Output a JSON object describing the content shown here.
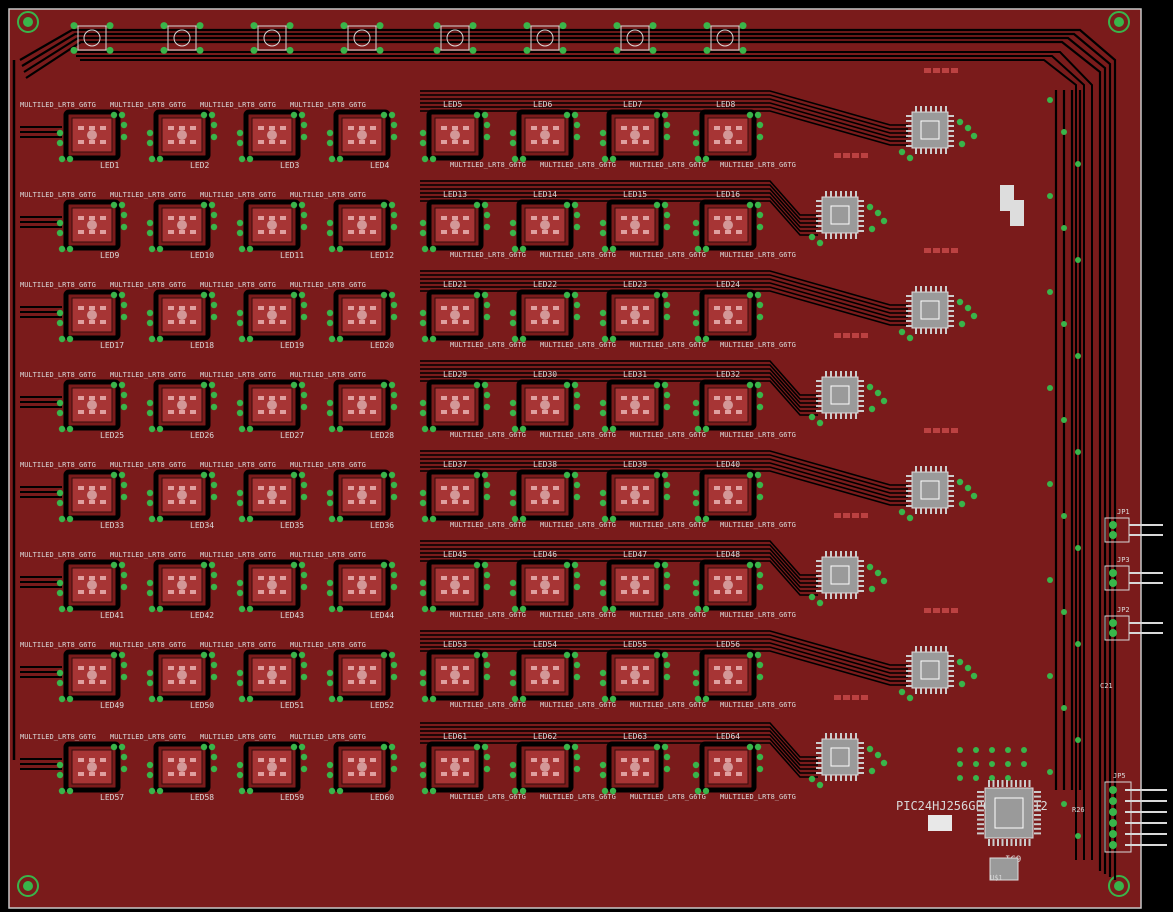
{
  "board": {
    "colors": {
      "background": "#000000",
      "copper": "#7a1b1b",
      "trace": "#000000",
      "outline": "#c8c8c8",
      "silk": "#d8d8d8",
      "via": "#39b54a",
      "pad": "#cc4b4b"
    },
    "part_label": "MULTILED_LRT8_G6TG",
    "leds_left": [
      "LED1",
      "LED2",
      "LED3",
      "LED4",
      "LED9",
      "LED10",
      "LED11",
      "LED12",
      "LED17",
      "LED18",
      "LED19",
      "LED20",
      "LED25",
      "LED26",
      "LED27",
      "LED28",
      "LED33",
      "LED34",
      "LED35",
      "LED36",
      "LED41",
      "LED42",
      "LED43",
      "LED44",
      "LED49",
      "LED50",
      "LED51",
      "LED52",
      "LED57",
      "LED58",
      "LED59",
      "LED60"
    ],
    "leds_right": [
      "LED5",
      "LED6",
      "LED7",
      "LED8",
      "LED13",
      "LED14",
      "LED15",
      "LED16",
      "LED21",
      "LED22",
      "LED23",
      "LED24",
      "LED29",
      "LED30",
      "LED31",
      "LED32",
      "LED37",
      "LED38",
      "LED39",
      "LED40",
      "LED45",
      "LED46",
      "LED47",
      "LED48",
      "LED53",
      "LED54",
      "LED55",
      "LED56",
      "LED61",
      "LED62",
      "LED63",
      "LED64"
    ],
    "connectors": [
      "JP1",
      "JP3",
      "JP2",
      "JP5"
    ],
    "mcu_label": "PIC24HJ256GP610A12X12",
    "mcu_ref": "IC9",
    "misc_refs": [
      "R26",
      "C21",
      "U$1"
    ]
  }
}
